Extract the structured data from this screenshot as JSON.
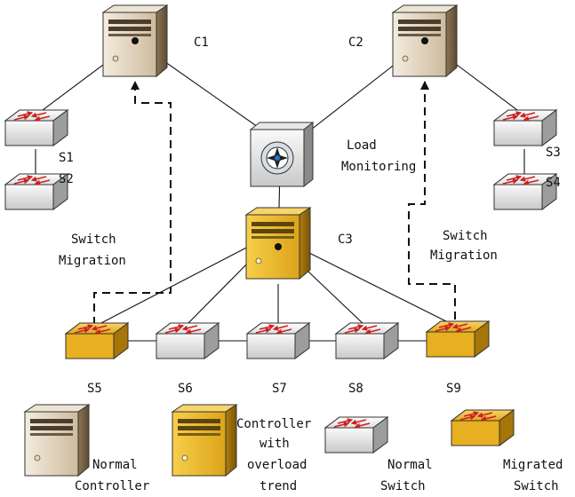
{
  "nodes": {
    "controller_c1": "C1",
    "controller_c2": "C2",
    "controller_c3": "C3",
    "load_monitor": [
      "Load",
      "Monitoring"
    ],
    "switches": [
      "S1",
      "S2",
      "S3",
      "S4",
      "S5",
      "S6",
      "S7",
      "S8",
      "S9"
    ]
  },
  "annotations": {
    "migration_left": [
      "Switch",
      "Migration"
    ],
    "migration_right": [
      "Switch",
      "Migration"
    ]
  },
  "legend": {
    "normal_controller": [
      "Normal",
      "Controller"
    ],
    "overload_controller": [
      "Controller",
      "with",
      "overload",
      "trend"
    ],
    "normal_switch": [
      "Normal",
      "Switch"
    ],
    "migrated_switch": [
      "Migrated",
      "Switch"
    ]
  },
  "colors": {
    "normal_fill": "#ededed",
    "migrated_fill": "#e8b020",
    "controller_beige": "#dccdb4",
    "overload_fill": "#e9b21f",
    "arrow_red": "#cc2222",
    "line": "#111111"
  }
}
